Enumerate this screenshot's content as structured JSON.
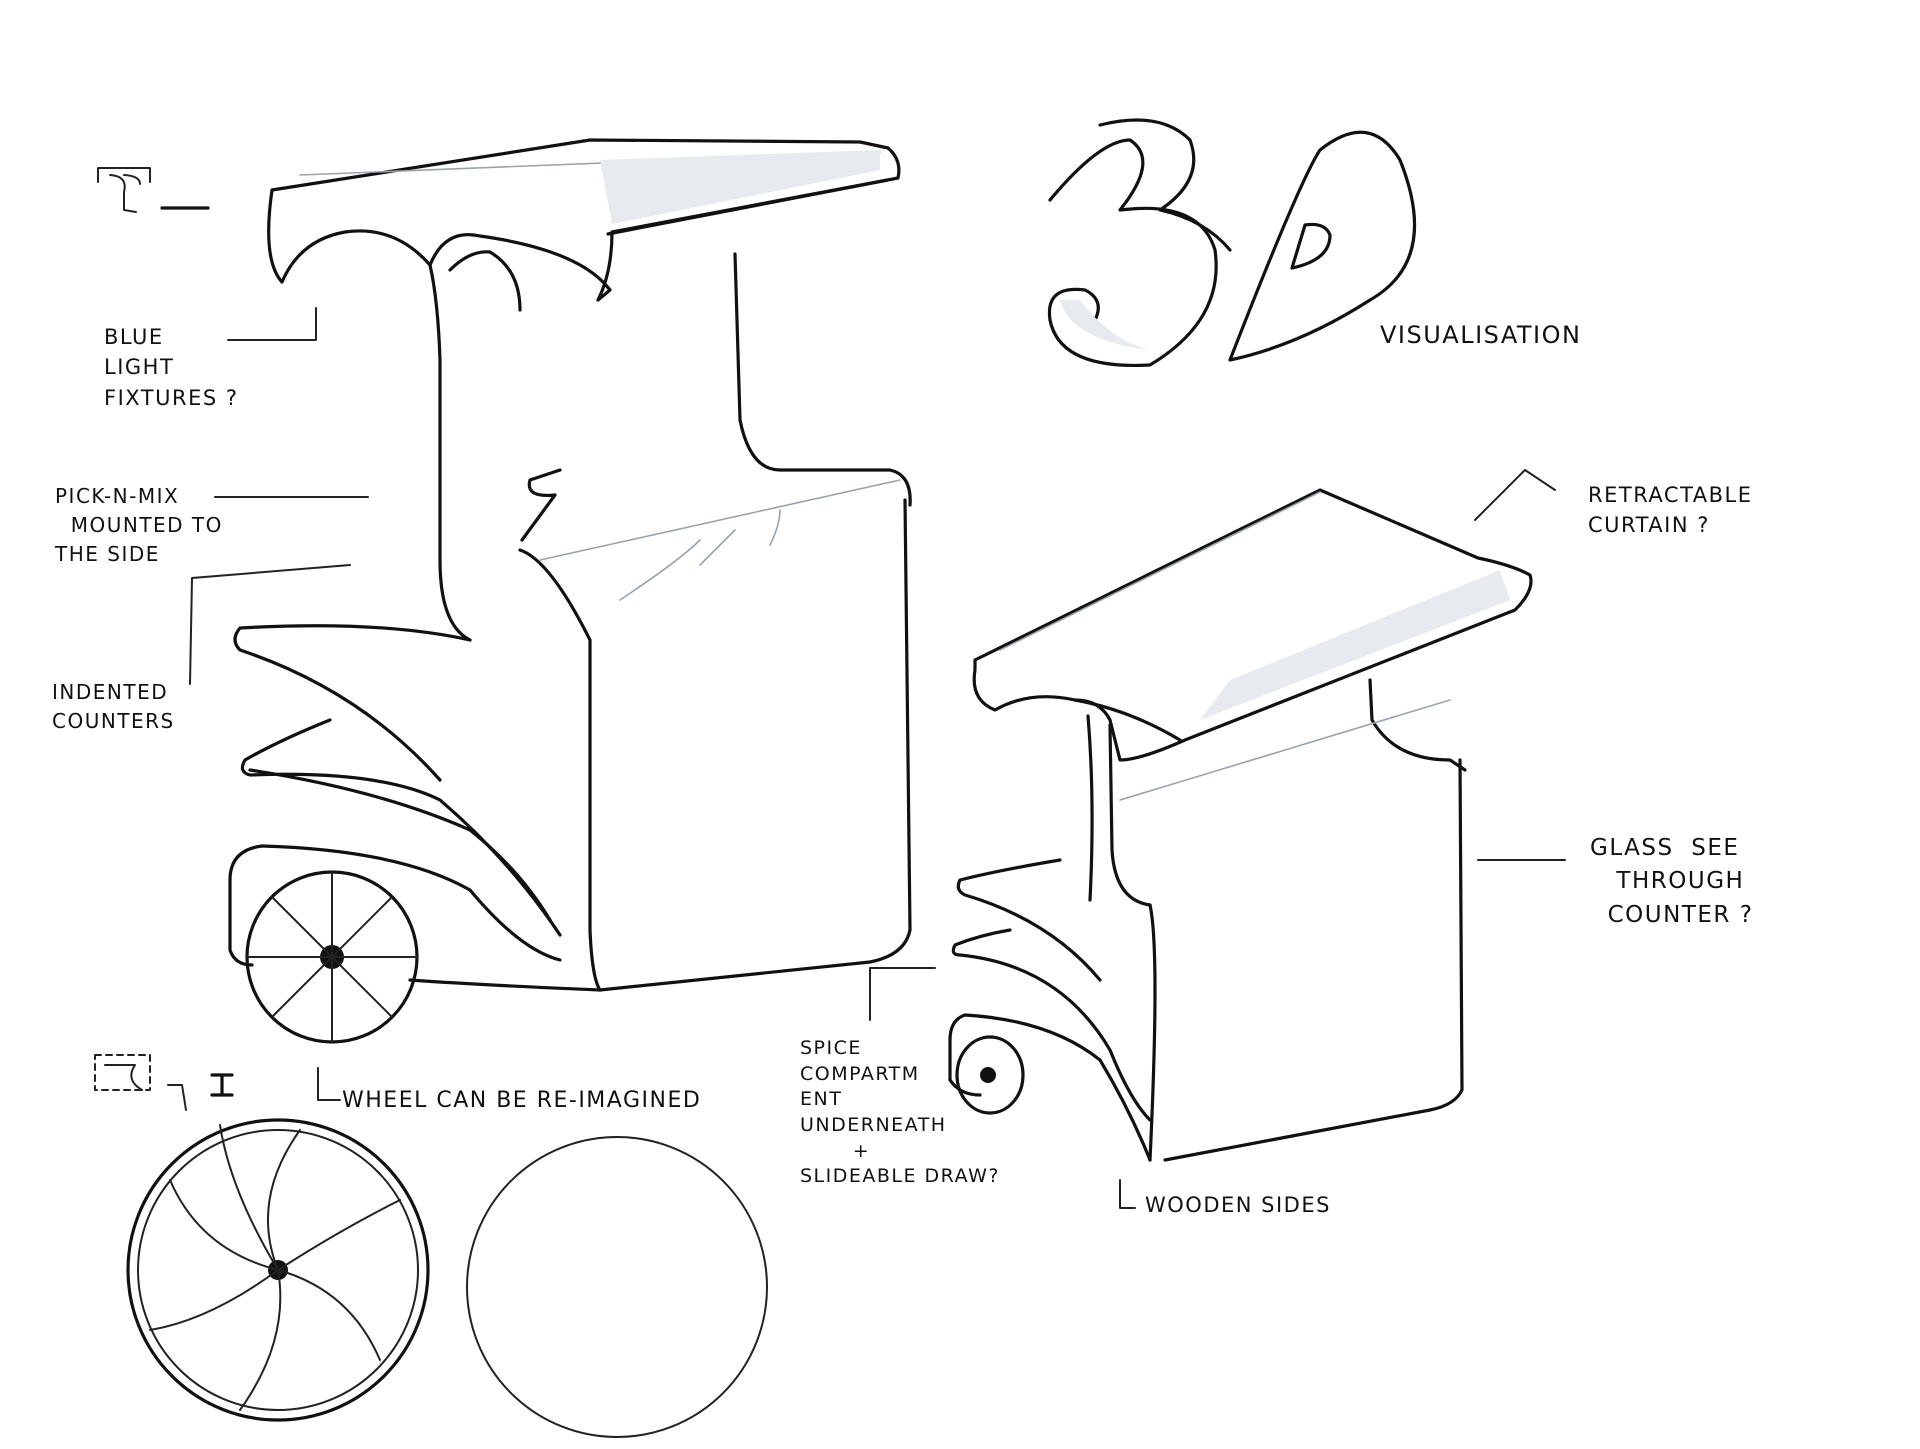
{
  "title": {
    "big": "3D",
    "subtitle": "VISUALISATION"
  },
  "annotations": {
    "blue_light": "bLUE\nLIGHT\nFIXTURES ?",
    "pick_n_mix": "PICK-N-MIX\n  MOUNTED TO\nTHE SIDE",
    "indented": "INDENTED\nCOUNTERS",
    "retractable": "RETRACTABLE\nCURTAIN ?",
    "glass": "gLASS  SEE\n   THROUGH\n  COUNTER ?",
    "spice": "SPICE\nCOMPARTM\nENT\nUNDERNEATH\n       +\nSLIDEABLE DRAW?",
    "wooden": "WOODEN SIDES",
    "wheel": "WHEEL CAN BE RE-IMAGINED"
  },
  "colors": {
    "ink": "#111111",
    "pencil": "#9aa3ad",
    "paper": "#ffffff"
  }
}
